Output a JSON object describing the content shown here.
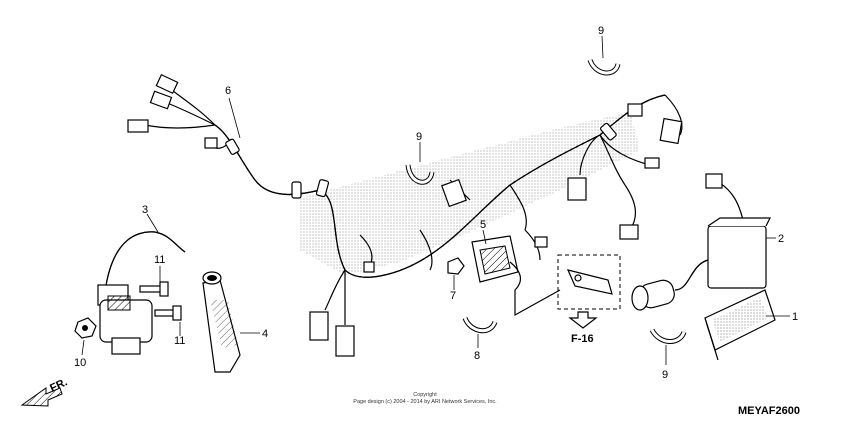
{
  "callouts": {
    "p1": "1",
    "p2": "2",
    "p3": "3",
    "p4": "4",
    "p5": "5",
    "p6": "6",
    "p7": "7",
    "p8": "8",
    "p9a": "9",
    "p9b": "9",
    "p9c": "9",
    "p10": "10",
    "p11a": "11",
    "p11b": "11"
  },
  "reference": {
    "label": "F-16"
  },
  "front_indicator": {
    "label": "FR."
  },
  "copyright": {
    "line1": "Copyright",
    "line2": "Page design (c) 2004 - 2014 by ARI Network Services, Inc."
  },
  "diagram_code": "MEYAF2600"
}
